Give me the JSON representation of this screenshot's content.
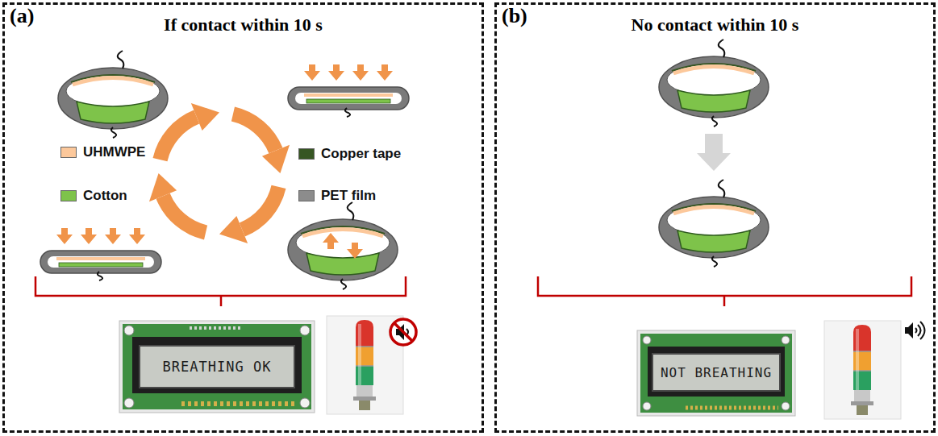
{
  "diagram": {
    "nodes": [
      {
        "text": [
          "(a)",
          "If contact within 10 s"
        ]
      },
      {
        "text": [
          "BREATHING OK"
        ],
        "in": 0
      },
      {
        "text": [
          "(b)",
          "No contact within 10 s"
        ]
      },
      {
        "text": [
          "NOT BREATHING"
        ],
        "in": 2
      }
    ],
    "legend": [
      {
        "text": "UHMWPE",
        "color": "#fcc89b"
      },
      {
        "text": "Copper tape",
        "color": "#375623"
      },
      {
        "text": "Cotton",
        "color": "#7ec34a"
      },
      {
        "text": "PET film",
        "color": "#8c8c8c"
      }
    ]
  }
}
